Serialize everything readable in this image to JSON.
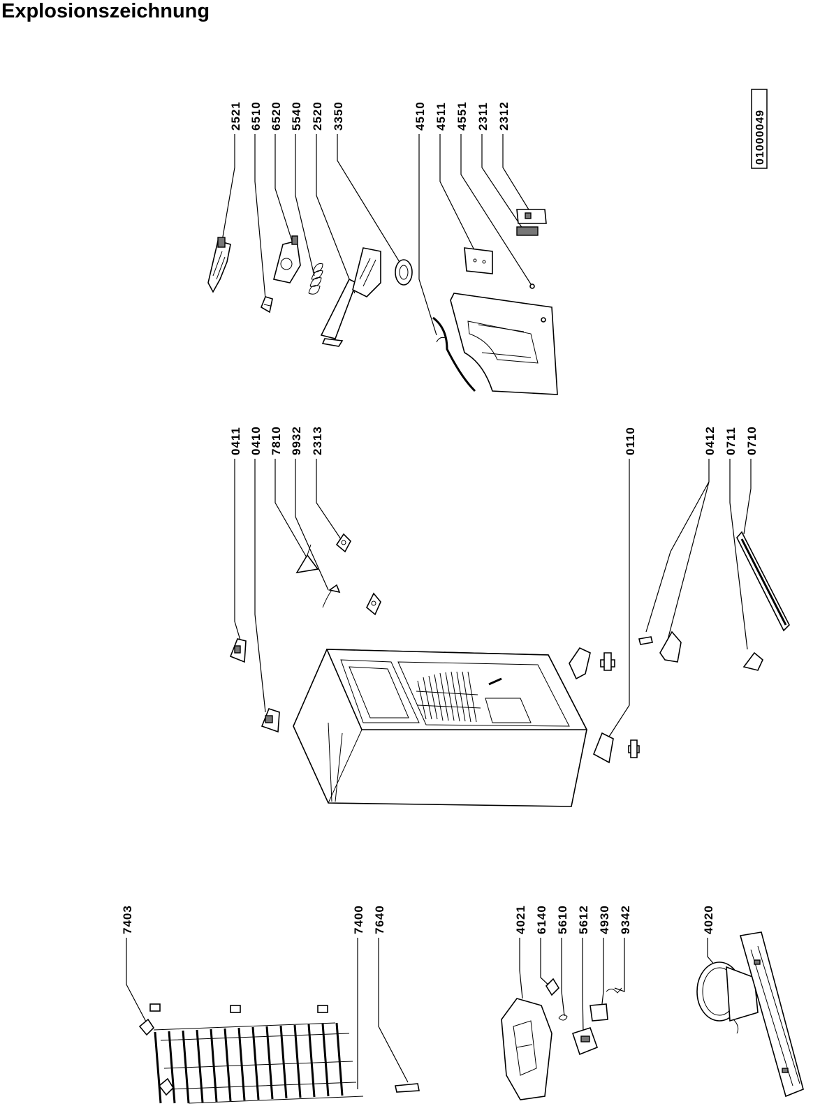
{
  "title": "Explosionszeichnung",
  "document_number": "01000049",
  "part_labels": {
    "c2521": "2521",
    "c6510": "6510",
    "c6520": "6520",
    "c5540": "5540",
    "c2520": "2520",
    "c3350": "3350",
    "c4510": "4510",
    "c4511": "4511",
    "c4551": "4551",
    "c2311": "2311",
    "c2312": "2312",
    "c0411": "0411",
    "c0410": "0410",
    "c7810": "7810",
    "c9932": "9932",
    "c2313": "2313",
    "c0110": "0110",
    "c0412": "0412",
    "c0711": "0711",
    "c0710": "0710",
    "c7403": "7403",
    "c7400": "7400",
    "c7640": "7640",
    "c4021": "4021",
    "c6140": "6140",
    "c5610": "5610",
    "c5612": "5612",
    "c4930": "4930",
    "c9342": "9342",
    "c4020": "4020"
  }
}
